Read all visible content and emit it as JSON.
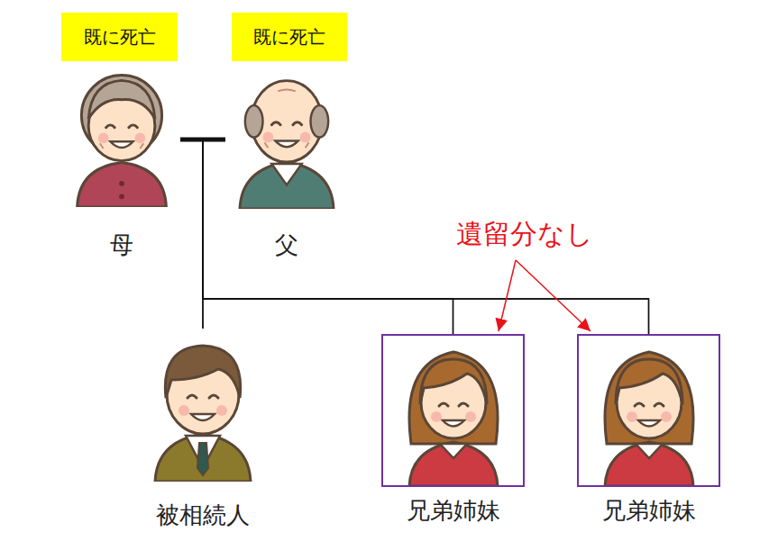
{
  "diagram": {
    "nodes": [
      {
        "text": [
          "既に死亡"
        ]
      },
      {
        "text": [
          "既に死亡"
        ]
      },
      {
        "text": [
          "母"
        ]
      },
      {
        "text": [
          "父"
        ]
      },
      {
        "text": [
          "被相続人"
        ]
      },
      {
        "text": [
          "兄弟姉妹"
        ]
      },
      {
        "text": [
          "兄弟姉妹"
        ]
      },
      {
        "text": [
          "遺留分なし"
        ]
      }
    ],
    "edges": [
      {
        "from": 2,
        "to": 3,
        "arrow": "none"
      },
      {
        "from": 2,
        "to": 4,
        "arrow": "none"
      },
      {
        "from": 2,
        "to": 5,
        "arrow": "none"
      },
      {
        "from": 2,
        "to": 6,
        "arrow": "none"
      },
      {
        "from": 3,
        "to": 4,
        "arrow": "none"
      },
      {
        "from": 3,
        "to": 5,
        "arrow": "none"
      },
      {
        "from": 3,
        "to": 6,
        "arrow": "none"
      },
      {
        "from": 7,
        "to": 5,
        "arrow": "to"
      },
      {
        "from": 7,
        "to": 6,
        "arrow": "to"
      }
    ]
  }
}
